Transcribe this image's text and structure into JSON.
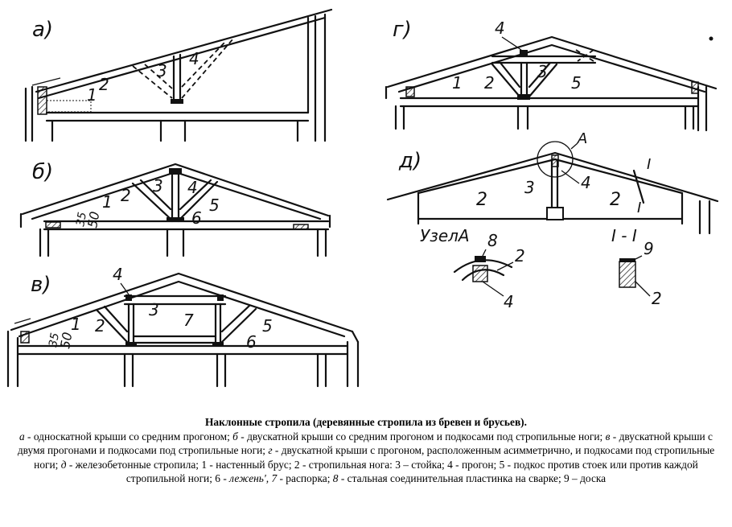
{
  "caption": {
    "title": "Наклонные стропила (деревянные стропила из бревен и брусьев).",
    "parts": [
      {
        "t": "а",
        "i": true
      },
      {
        "t": " - односкатной крыши со средним прогоном; "
      },
      {
        "t": "б",
        "i": true
      },
      {
        "t": " - двускатной крыши со средним прогоном и подкосами под стропильные ноги; "
      },
      {
        "t": "в",
        "i": true
      },
      {
        "t": " - двускатной крыши с двумя прогонами и подкосами под стропильные ноги; "
      },
      {
        "t": "г",
        "i": true
      },
      {
        "t": " - двускатной крыши с прогоном, расположенным асимметрично, и подкосами под стропильные ноги; "
      },
      {
        "t": "д",
        "i": true
      },
      {
        "t": " - железобетонные стропила; 1 - настенный брус; 2 - стропильная нога: 3 – стойка; 4 - прогон; 5 - подкос против стоек или против каждой стропильной ноги; 6 - "
      },
      {
        "t": "лежень', 7",
        "i": true
      },
      {
        "t": " - распорка; "
      },
      {
        "t": "8",
        "i": true
      },
      {
        "t": " - стальная соединительная пластинка на сварке; 9 – доска"
      }
    ]
  },
  "figure": {
    "panel_labels": {
      "a": "а)",
      "b": "б)",
      "v": "в)",
      "g": "г)",
      "d": "д)"
    },
    "node_labels": {
      "node_a": "УзелА",
      "section": "I - I",
      "cut_mark": "I",
      "node_marker": "А"
    },
    "dimension_labels": {
      "d35": "35",
      "d50": "50"
    },
    "part_numbers": [
      "1",
      "2",
      "3",
      "4",
      "5",
      "6",
      "7",
      "8",
      "9"
    ]
  }
}
